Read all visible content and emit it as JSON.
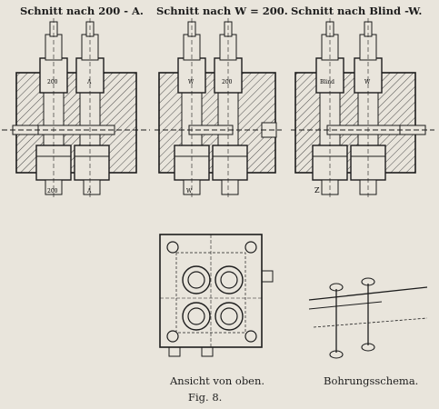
{
  "figure": {
    "titles": {
      "left": "Schnitt nach 200 - A.",
      "middle": "Schnitt nach W = 200.",
      "right": "Schnitt nach Blind -W."
    },
    "labels": {
      "top_view": "Ansicht von oben.",
      "scheme": "Bohrungsschema.",
      "fig": "Fig. 8."
    },
    "section_labels": {
      "left_a": "200",
      "left_b": "A",
      "mid_a": "W",
      "mid_b": "200",
      "right_a": "Blind",
      "right_b": "W",
      "bottom_a": "200",
      "bottom_b": "A",
      "mid_bottom": "W",
      "right_bottom": "Z"
    }
  },
  "colors": {
    "paper": "#e9e5dc",
    "ink": "#1d1d1d",
    "hatch": "#4a4a4a"
  }
}
